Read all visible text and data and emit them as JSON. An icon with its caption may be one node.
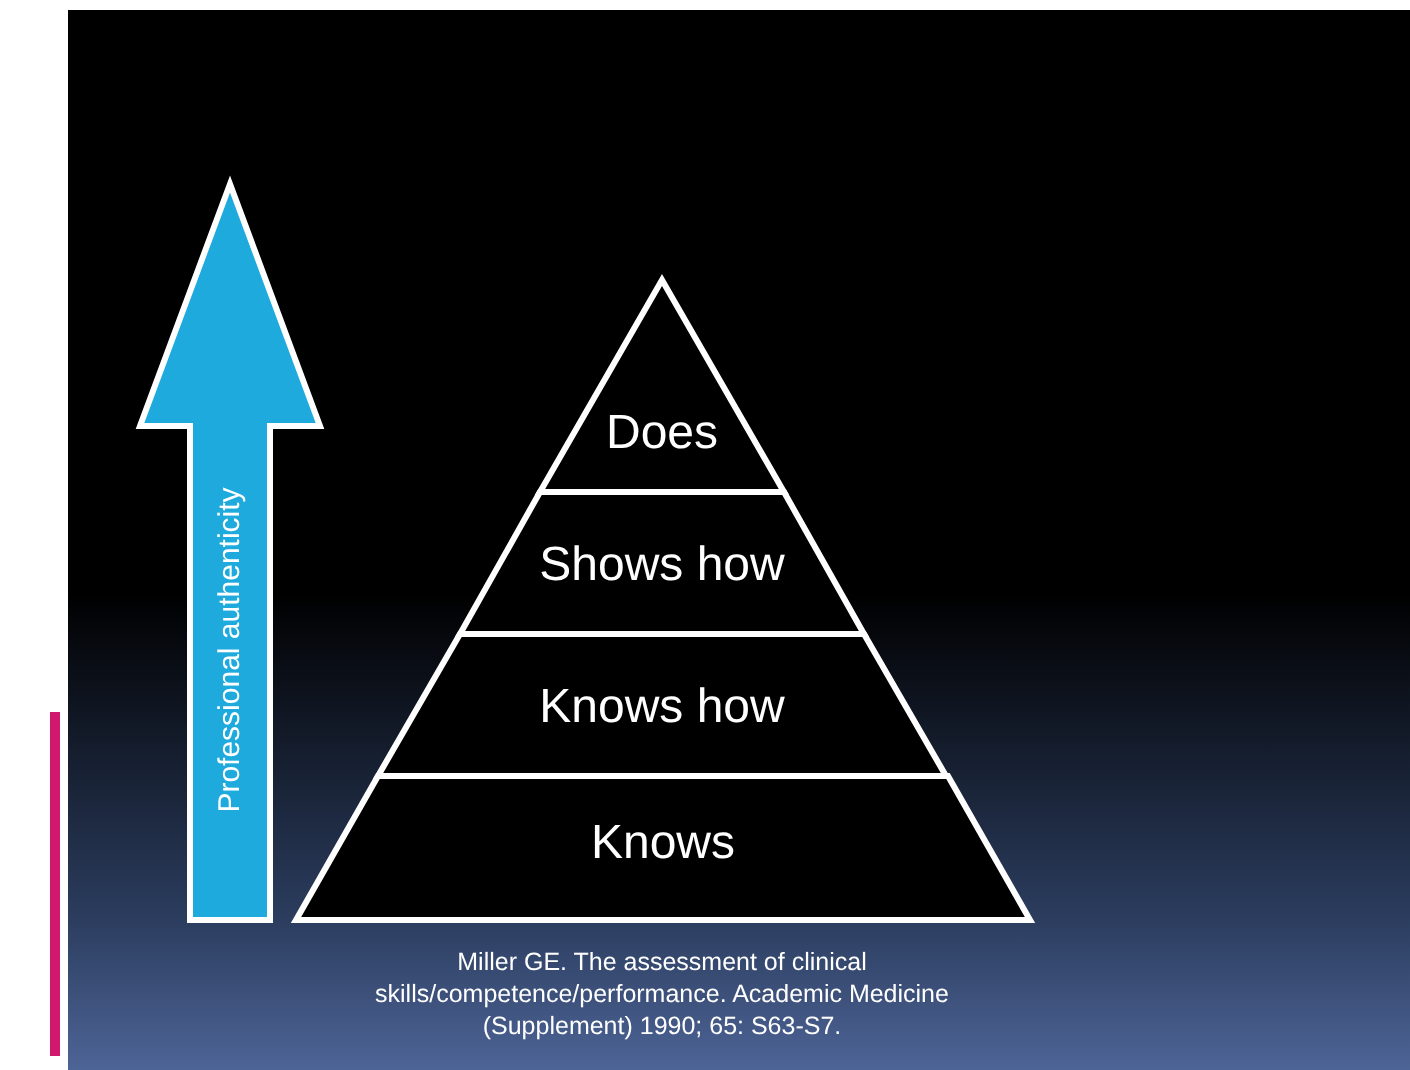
{
  "diagram": {
    "caption": "Miller GE. The assessment of clinical skills/competence/performance. Academic Medicine (Supplement) 1990; 65: S63-S7.",
    "nodes": [
      {
        "text": [
          "Professional authenticity"
        ]
      },
      {
        "text": [
          "Does"
        ]
      },
      {
        "text": [
          "Shows how"
        ]
      },
      {
        "text": [
          "Knows how"
        ]
      },
      {
        "text": [
          "Knows"
        ]
      }
    ]
  }
}
